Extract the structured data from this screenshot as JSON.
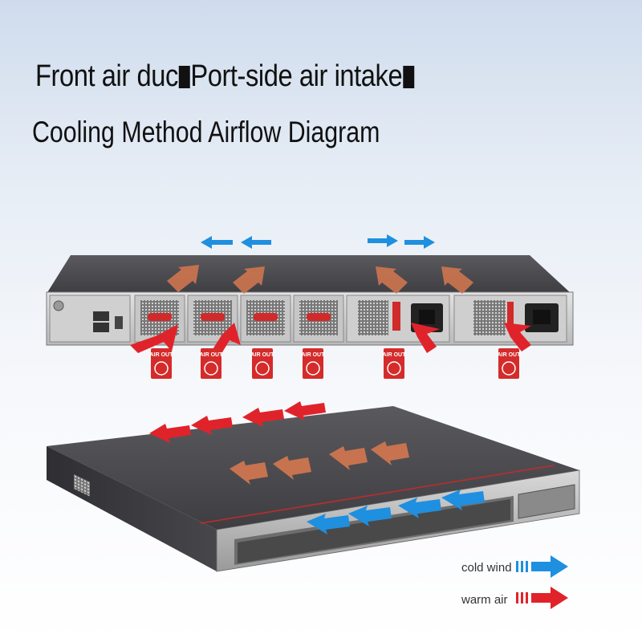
{
  "title": {
    "line1_a": "Front air duc",
    "line1_b": "Port-side air intake",
    "line2": "Cooling Method Airflow Diagram"
  },
  "rear_panel": {
    "air_out_label": "AIR OUT",
    "tag_count": 6
  },
  "legend": {
    "cold": "cold wind",
    "warm": "warm air"
  },
  "colors": {
    "cold": "#1f8fe0",
    "warm": "#e0232a",
    "internal": "#c8734f",
    "chassis": "#4a4a4d"
  }
}
